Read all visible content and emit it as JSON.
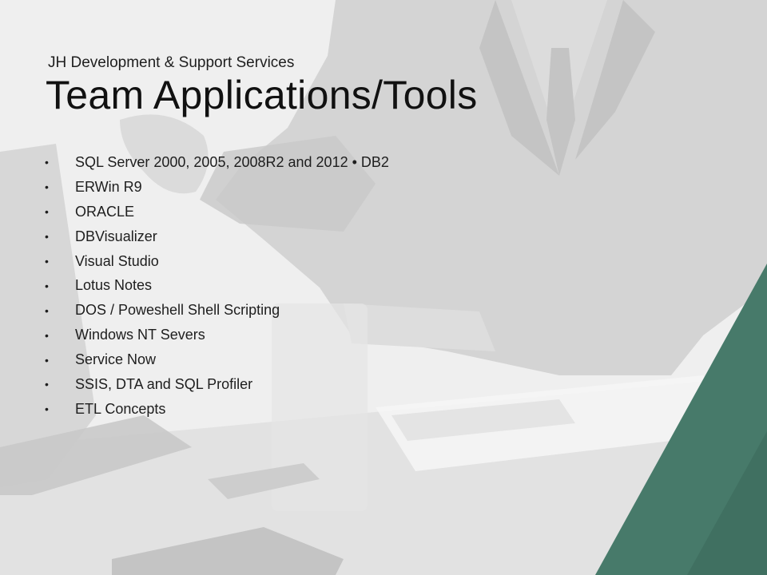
{
  "slide": {
    "subtitle": "JH Development & Support Services",
    "title": "Team Applications/Tools",
    "bullet_glyph": "•",
    "items": [
      "SQL Server 2000, 2005, 2008R2 and 2012 • DB2",
      "ERWin R9",
      "ORACLE",
      "DBVisualizer",
      "Visual Studio",
      "Lotus Notes",
      "DOS / Poweshell Shell Scripting",
      "Windows NT Severs",
      "Service Now",
      "SSIS, DTA and SQL Profiler",
      "ETL Concepts"
    ]
  },
  "colors": {
    "accent": "#477a6a",
    "text": "#1e1e1e"
  }
}
